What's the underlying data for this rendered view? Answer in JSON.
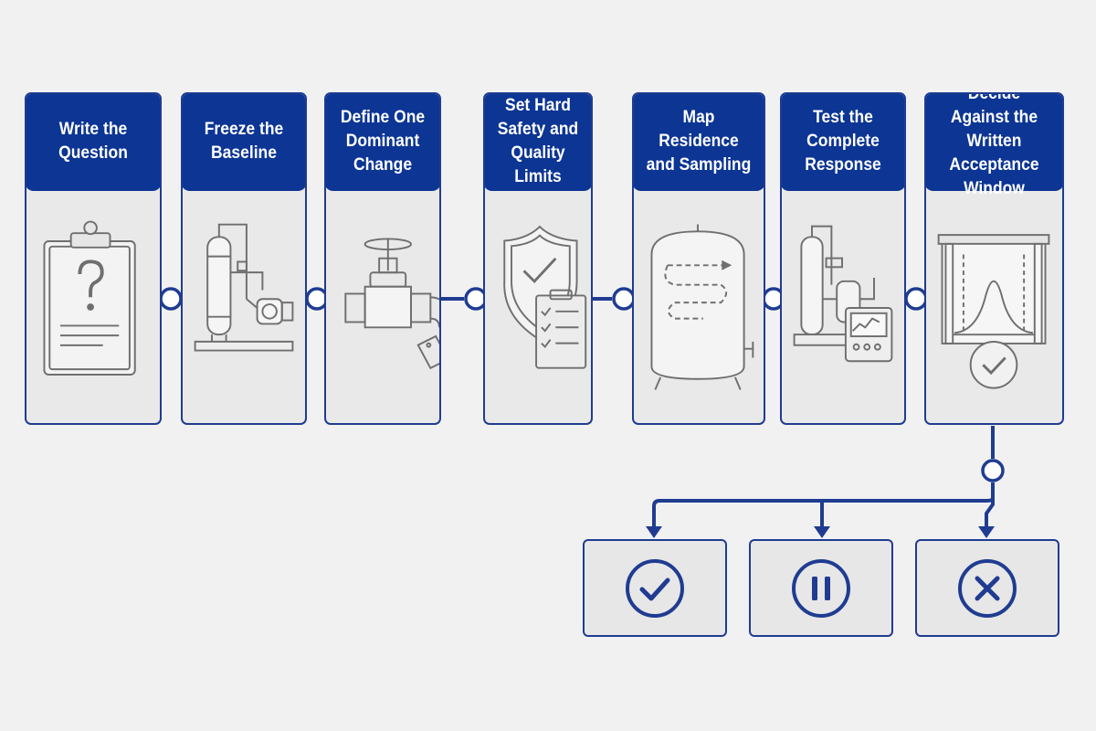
{
  "colors": {
    "primary": "#0c3594",
    "line": "#1f3c91",
    "card": "#e9e9e9",
    "sketch": "#6f6f6f",
    "background": "#f1f1f1"
  },
  "steps": [
    {
      "title": "Write the Question",
      "icon": "clipboard-question-icon"
    },
    {
      "title": "Freeze the Baseline",
      "icon": "process-column-pump-icon"
    },
    {
      "title": "Define One Dominant Change",
      "icon": "valve-tag-icon"
    },
    {
      "title": "Set Hard Safety and Quality Limits",
      "icon": "shield-checklist-icon"
    },
    {
      "title": "Map Residence and Sampling",
      "icon": "vessel-flow-path-icon"
    },
    {
      "title": "Test the Complete Response",
      "icon": "plant-monitor-icon"
    },
    {
      "title": "Decide Against the Written Acceptance Window",
      "icon": "acceptance-window-curve-icon"
    }
  ],
  "outcomes": [
    {
      "icon": "checkmark-circle-icon"
    },
    {
      "icon": "pause-circle-icon"
    },
    {
      "icon": "x-circle-icon"
    }
  ]
}
